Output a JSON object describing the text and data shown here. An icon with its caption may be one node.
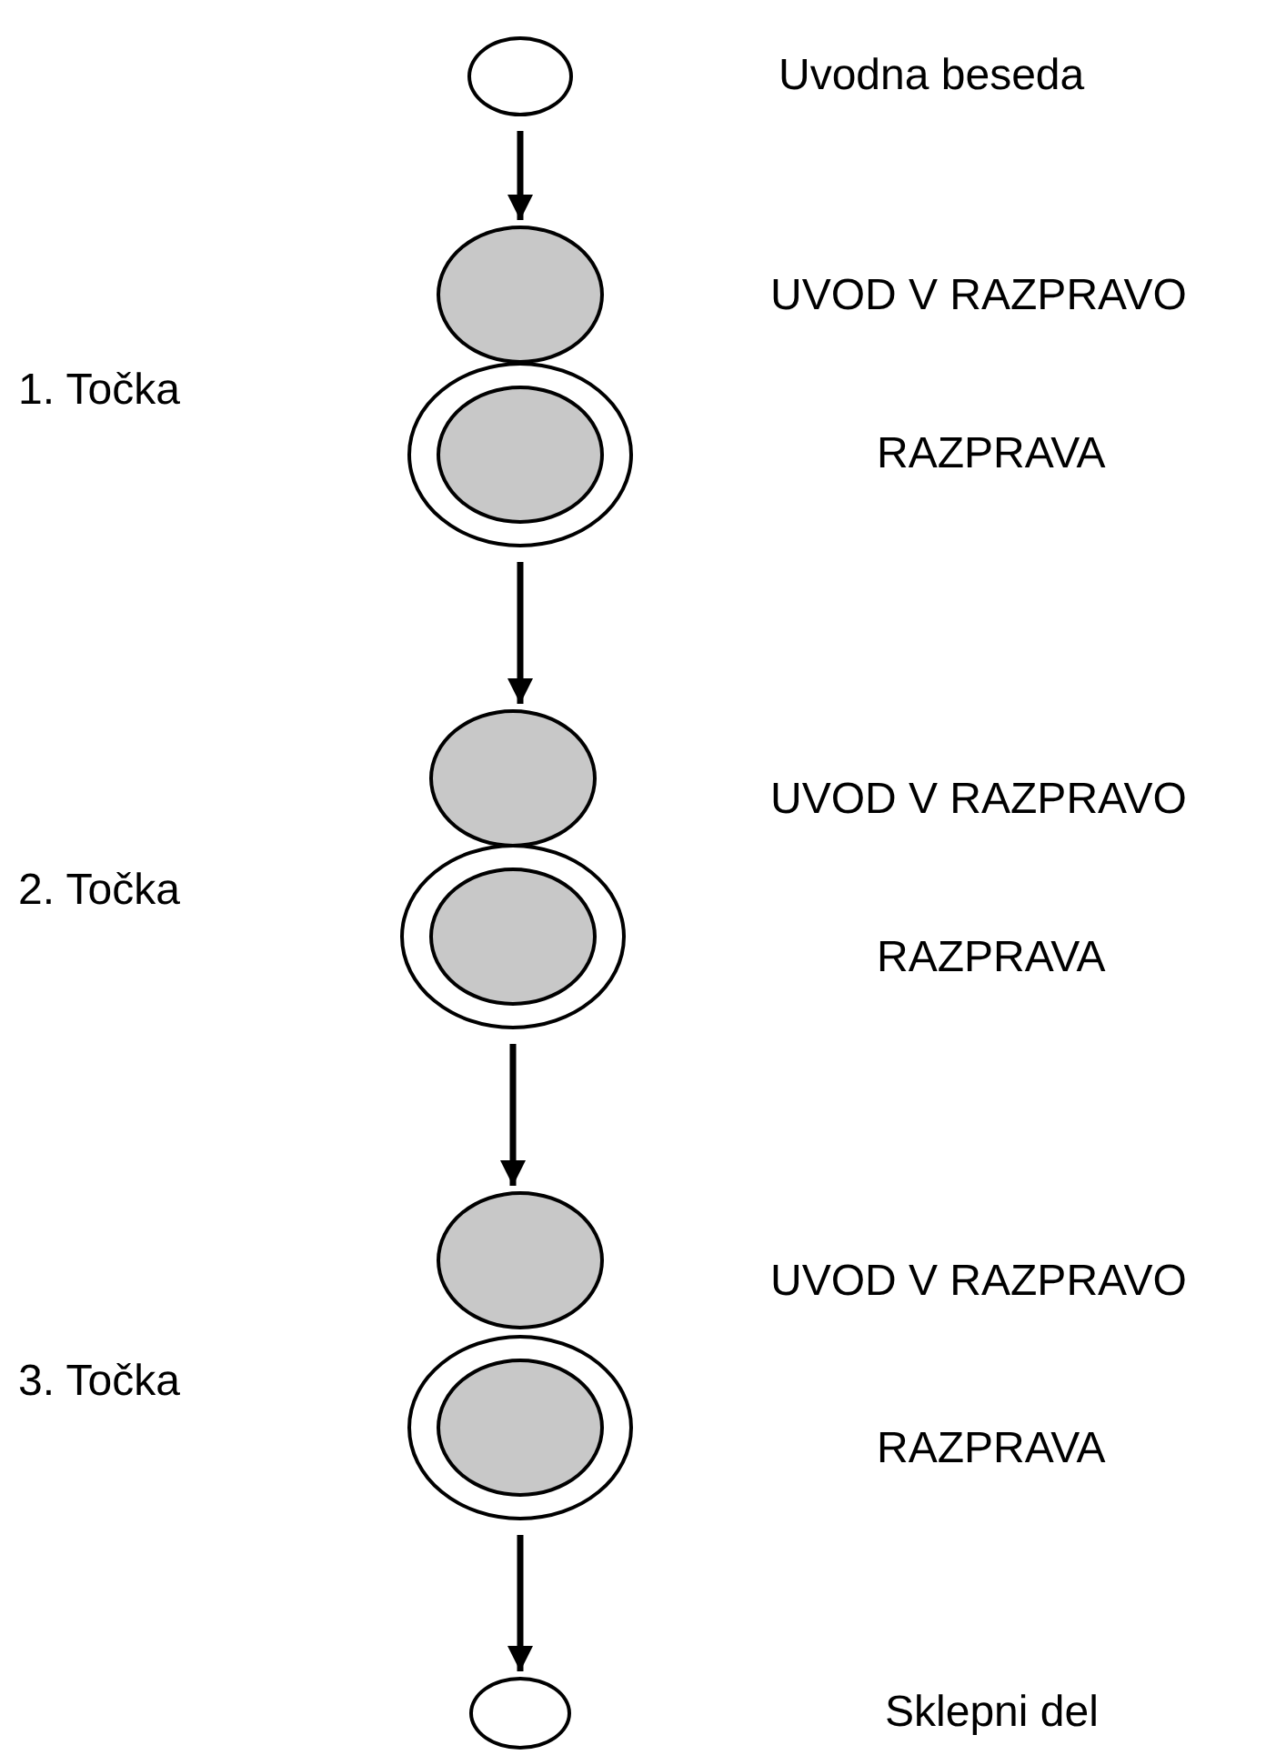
{
  "diagram": {
    "nodes": [
      {
        "text": [],
        "shape": "circle"
      },
      {
        "text": [],
        "shape": "circle"
      },
      {
        "text": [],
        "shape": "circle"
      },
      {
        "text": [],
        "shape": "circle",
        "in": 2
      },
      {
        "text": [],
        "shape": "circle"
      },
      {
        "text": [],
        "shape": "circle"
      },
      {
        "text": [],
        "shape": "circle",
        "in": 5
      },
      {
        "text": [],
        "shape": "circle"
      },
      {
        "text": [],
        "shape": "circle"
      },
      {
        "text": [],
        "shape": "circle",
        "in": 8
      },
      {
        "text": [],
        "shape": "circle"
      }
    ],
    "edges": [
      {
        "from": 0,
        "to": 1,
        "arrow": "to"
      },
      {
        "from": 2,
        "to": 4,
        "arrow": "to"
      },
      {
        "from": 5,
        "to": 7,
        "arrow": "to"
      },
      {
        "from": 8,
        "to": 10,
        "arrow": "to"
      }
    ],
    "labels": [
      "Uvodna beseda",
      "UVOD V RAZPRAVO",
      "1. Točka",
      "RAZPRAVA",
      "UVOD V RAZPRAVO",
      "2. Točka",
      "RAZPRAVA",
      "UVOD V RAZPRAVO",
      "3. Točka",
      "RAZPRAVA",
      "Sklepni del"
    ]
  }
}
